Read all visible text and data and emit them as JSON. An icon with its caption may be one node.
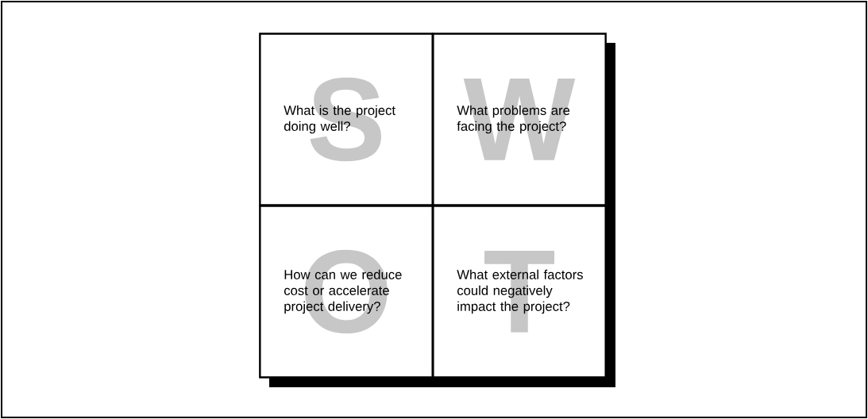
{
  "diagram": {
    "nodes": [
      {
        "text": [
          "S",
          "What is the project doing well?"
        ]
      },
      {
        "text": [
          "W",
          "What problems are facing the project?"
        ]
      },
      {
        "text": [
          "O",
          "How can we reduce cost or accelerate project delivery?"
        ]
      },
      {
        "text": [
          "T",
          "What external factors could negatively impact the project?"
        ]
      }
    ]
  }
}
